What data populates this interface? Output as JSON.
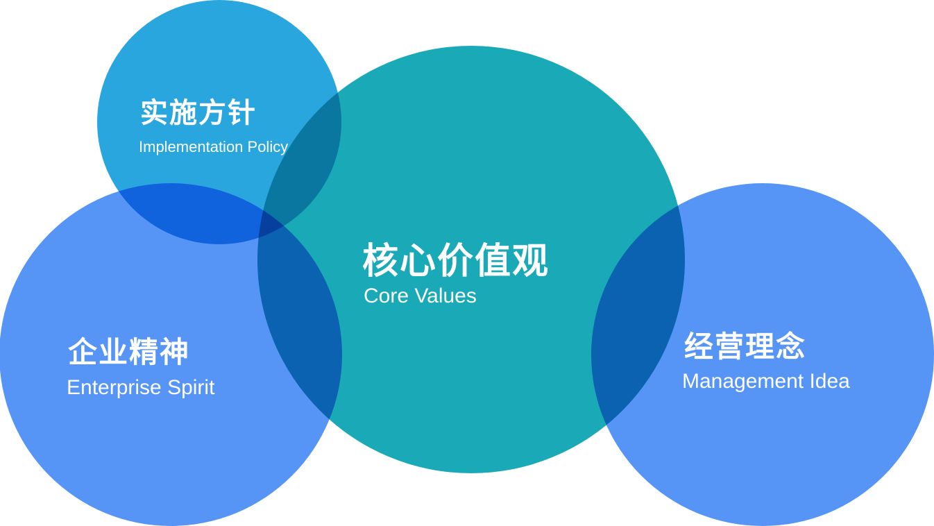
{
  "colors": {
    "policy": "#2aa6df",
    "core": "#1aa9b7",
    "spirit": "#5695f5",
    "management": "#5695f5",
    "policy_core": "#0a77a0",
    "policy_spirit": "#1063dc",
    "core_side": "#0a62b0",
    "triple": "#063f9e"
  },
  "circles": {
    "policy": {
      "zh": "实施方针",
      "en": "Implementation Policy"
    },
    "core": {
      "zh": "核心价值观",
      "en": "Core Values"
    },
    "spirit": {
      "zh": "企业精神",
      "en": "Enterprise Spirit"
    },
    "management": {
      "zh": "经营理念",
      "en": "Management Idea"
    }
  }
}
